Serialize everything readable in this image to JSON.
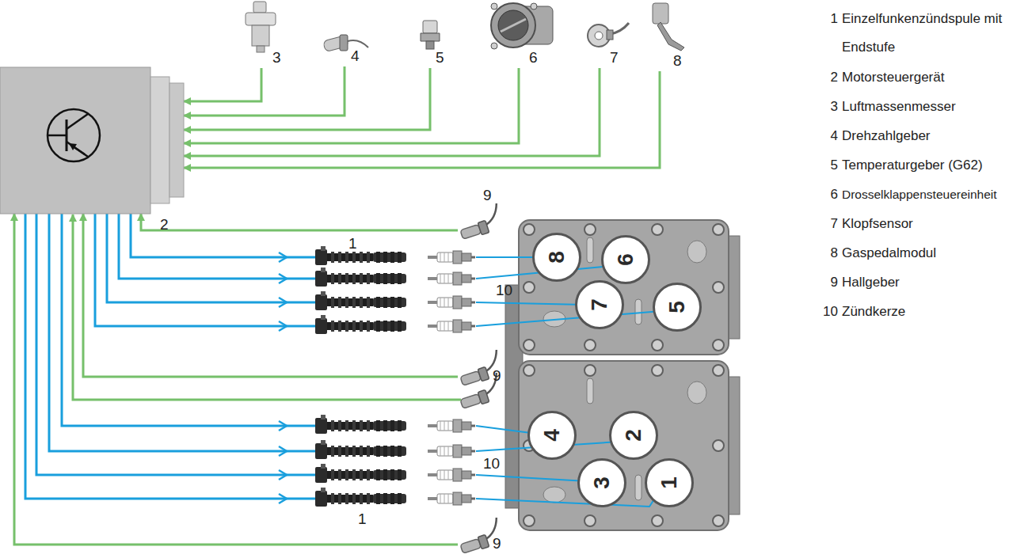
{
  "diagram": {
    "nodes": [
      {
        "text": [
          "2"
        ]
      },
      {
        "text": [
          "3"
        ]
      },
      {
        "text": [
          "4"
        ]
      },
      {
        "text": [
          "5"
        ]
      },
      {
        "text": [
          "6"
        ]
      },
      {
        "text": [
          "7"
        ]
      },
      {
        "text": [
          "8"
        ]
      },
      {
        "text": [
          "9"
        ]
      },
      {
        "text": [
          "9"
        ]
      },
      {
        "text": [
          "9"
        ]
      },
      {
        "text": [
          "8"
        ]
      },
      {
        "text": [
          "6"
        ]
      },
      {
        "text": [
          "7"
        ]
      },
      {
        "text": [
          "5"
        ]
      },
      {
        "text": [
          "4"
        ]
      },
      {
        "text": [
          "2"
        ]
      },
      {
        "text": [
          "3"
        ]
      },
      {
        "text": [
          "1"
        ]
      }
    ],
    "edges": [
      {
        "from": 1,
        "to": 0,
        "arrow": "to"
      },
      {
        "from": 2,
        "to": 0,
        "arrow": "to"
      },
      {
        "from": 3,
        "to": 0,
        "arrow": "to"
      },
      {
        "from": 4,
        "to": 0,
        "arrow": "to"
      },
      {
        "from": 5,
        "to": 0,
        "arrow": "to"
      },
      {
        "from": 6,
        "to": 0,
        "arrow": "to"
      },
      {
        "from": 7,
        "to": 0,
        "arrow": "to"
      },
      {
        "from": 8,
        "to": 0,
        "arrow": "to"
      },
      {
        "from": 9,
        "to": 0,
        "arrow": "to"
      }
    ],
    "labels": [
      "1",
      "10",
      "10",
      "1",
      "1",
      "Einzelfunkenzündspule mit Endstufe",
      "2",
      "Motorsteuergerät",
      "3",
      "Luftmassenmesser",
      "4",
      "Drehzahlgeber",
      "5",
      "Temperaturgeber (G62)",
      "6",
      "Drosselklappensteuereinheit",
      "7",
      "Klopfsensor",
      "8",
      "Gaspedalmodul",
      "9",
      "Hallgeber",
      "10",
      "Zündkerze"
    ]
  }
}
